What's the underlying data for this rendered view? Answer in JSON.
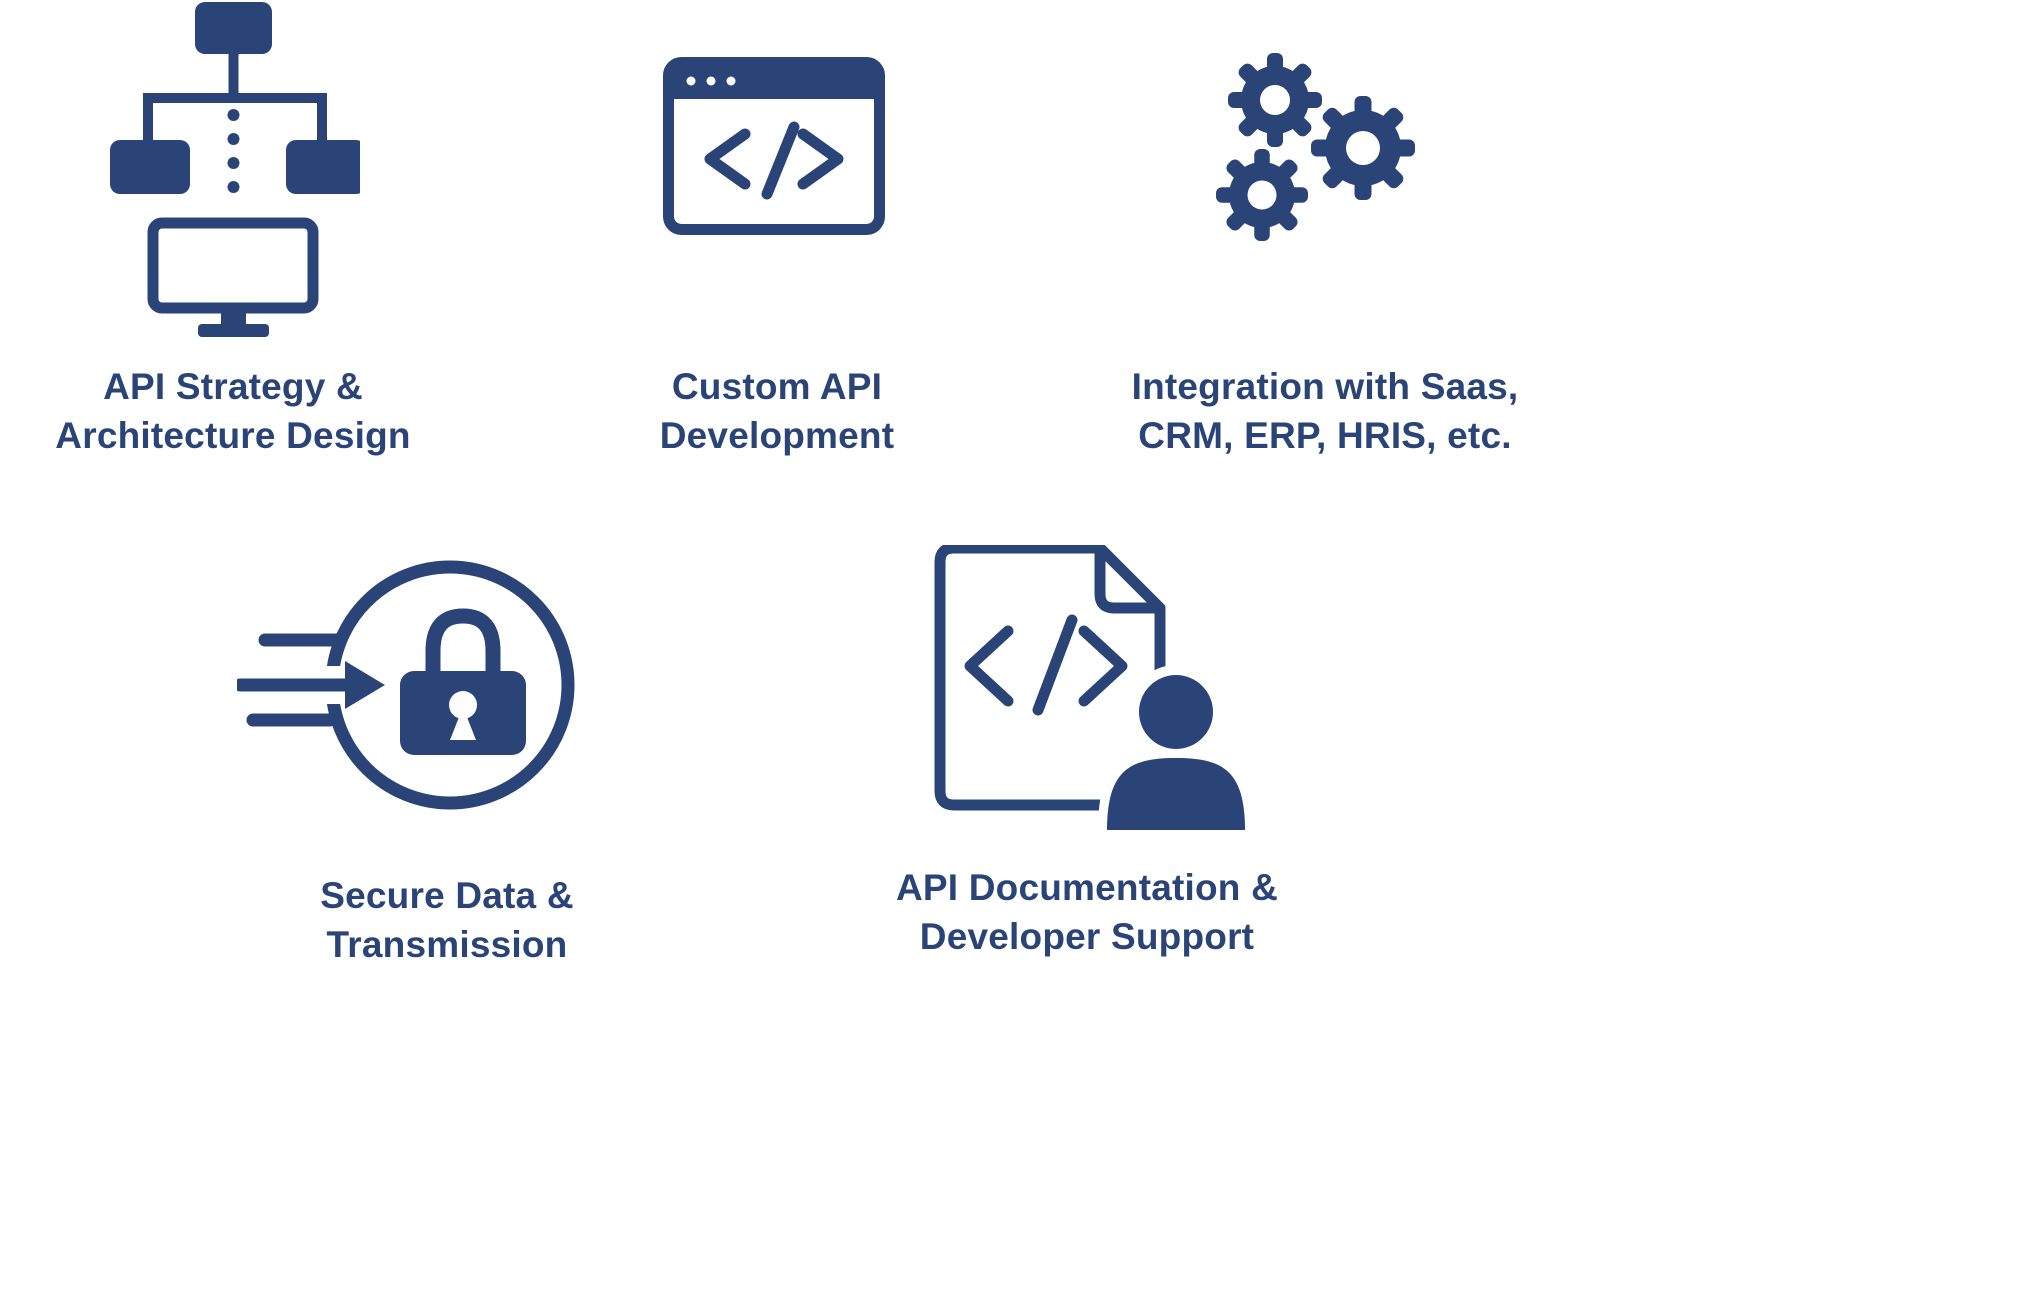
{
  "page": {
    "background": "#ffffff"
  },
  "theme": {
    "accent_navy": "#2a4478",
    "icon_inner_white": "#ffffff"
  },
  "features": [
    {
      "id": "strategy",
      "icon": "flowchart-monitor-icon",
      "lines": [
        "API Strategy &",
        "Architecture Design"
      ]
    },
    {
      "id": "development",
      "icon": "code-window-icon",
      "lines": [
        "Custom API",
        "Development"
      ]
    },
    {
      "id": "integration",
      "icon": "gears-icon",
      "lines": [
        "Integration with Saas,",
        "CRM, ERP, HRIS, etc."
      ]
    },
    {
      "id": "security",
      "icon": "lock-circle-arrow-icon",
      "lines": [
        "Secure Data &",
        "Transmission"
      ]
    },
    {
      "id": "documentation",
      "icon": "document-code-user-icon",
      "lines": [
        "API Documentation &",
        "Developer Support"
      ]
    }
  ]
}
